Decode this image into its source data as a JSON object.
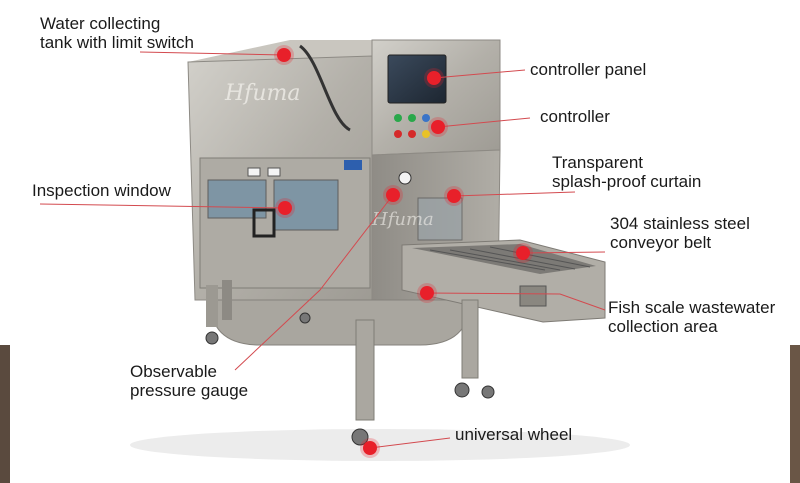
{
  "callout_color": "#e8202a",
  "leader_color": "#d34a4f",
  "metal_color": "#b7b4ad",
  "labels": {
    "water_tank": [
      "Water collecting",
      "tank with limit switch"
    ],
    "controller_panel": [
      "controller panel"
    ],
    "controller": [
      "controller"
    ],
    "curtain": [
      "Transparent",
      "splash-proof curtain"
    ],
    "inspection_window": [
      "Inspection window"
    ],
    "conveyor": [
      "304 stainless steel",
      "conveyor belt"
    ],
    "wastewater": [
      "Fish scale wastewater",
      "collection area"
    ],
    "pressure_gauge": [
      "Observable",
      "pressure gauge"
    ],
    "wheel": [
      "universal wheel"
    ]
  },
  "logo_text": "Hfuma"
}
